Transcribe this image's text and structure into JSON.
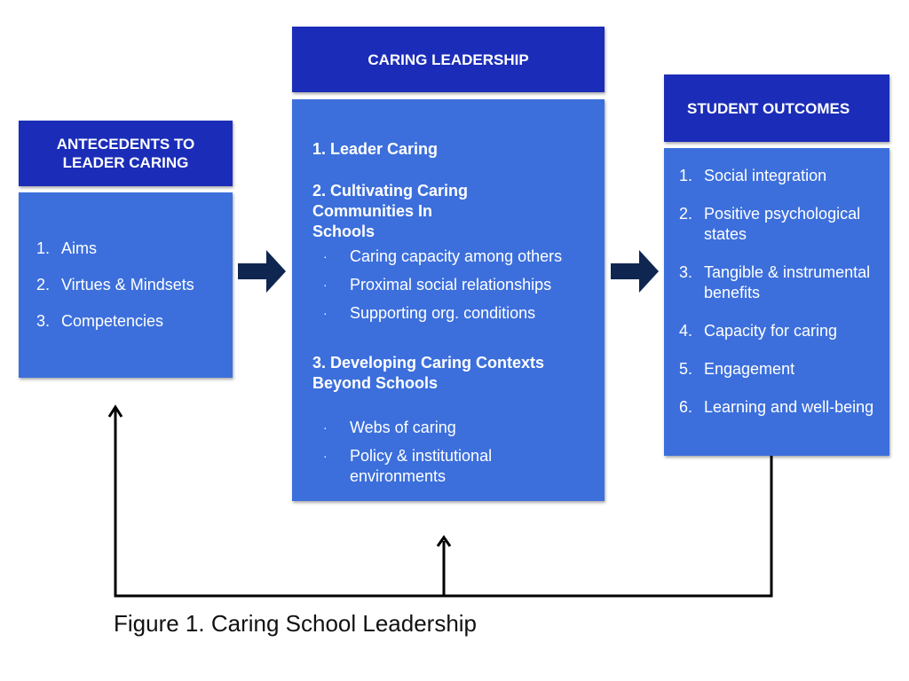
{
  "colors": {
    "header_bg": "#1b2db8",
    "body_bg": "#3c6fdc",
    "arrow": "#0f2650",
    "line": "#000000",
    "text": "#ffffff"
  },
  "antecedents": {
    "title": "ANTECEDENTS TO LEADER CARING",
    "items": [
      {
        "num": "1.",
        "label": "Aims"
      },
      {
        "num": "2.",
        "label": "Virtues & Mindsets"
      },
      {
        "num": "3.",
        "label": "Competencies"
      }
    ]
  },
  "caring_leadership": {
    "title": "CARING LEADERSHIP",
    "section1": "1. Leader Caring",
    "section2": "2. Cultivating Caring Communities In Schools",
    "section2_bullets": [
      "Caring capacity among others",
      "Proximal social relationships",
      "Supporting org. conditions"
    ],
    "section3": "3. Developing Caring Contexts Beyond Schools",
    "section3_bullets": [
      "Webs of caring",
      "Policy & institutional environments"
    ],
    "bullet_glyph": "·"
  },
  "student_outcomes": {
    "title": "STUDENT OUTCOMES",
    "items": [
      {
        "num": "1.",
        "label": "Social integration"
      },
      {
        "num": "2.",
        "label": "Positive psychological states"
      },
      {
        "num": "3.",
        "label": "Tangible & instrumental benefits"
      },
      {
        "num": "4.",
        "label": "Capacity for caring"
      },
      {
        "num": "5.",
        "label": "Engagement"
      },
      {
        "num": "6.",
        "label": "Learning and well-being"
      }
    ]
  },
  "arrows": {
    "flow_icon": "right-arrow-icon",
    "feedback_icon": "up-arrow-icon"
  },
  "caption": "Figure 1. Caring School Leadership"
}
